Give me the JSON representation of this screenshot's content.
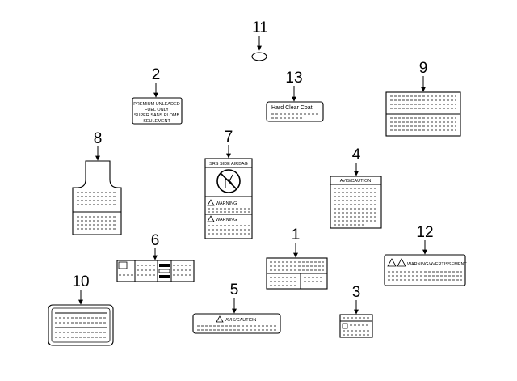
{
  "callouts": {
    "c1": "1",
    "c2": "2",
    "c3": "3",
    "c4": "4",
    "c5": "5",
    "c6": "6",
    "c7": "7",
    "c8": "8",
    "c9": "9",
    "c10": "10",
    "c11": "11",
    "c12": "12",
    "c13": "13"
  },
  "labels": {
    "fuel_line1": "PREMIUM UNLEADED",
    "fuel_line2": "FUEL ONLY",
    "fuel_line3": "SUPER SANS PLOMB",
    "fuel_line4": "SEULEMENT",
    "clear_coat": "Hard Clear Coat",
    "airbag_title": "SRS SIDE AIRBAG",
    "airbag_warning1": "WARNING",
    "airbag_warning2": "WARNING",
    "caution4": "AVIS/CAUTION",
    "caution5": "AVIS/CAUTION",
    "warning12": "WARNING/AVERTISSEMENT"
  },
  "colors": {
    "line": "#000000",
    "background": "#ffffff"
  }
}
